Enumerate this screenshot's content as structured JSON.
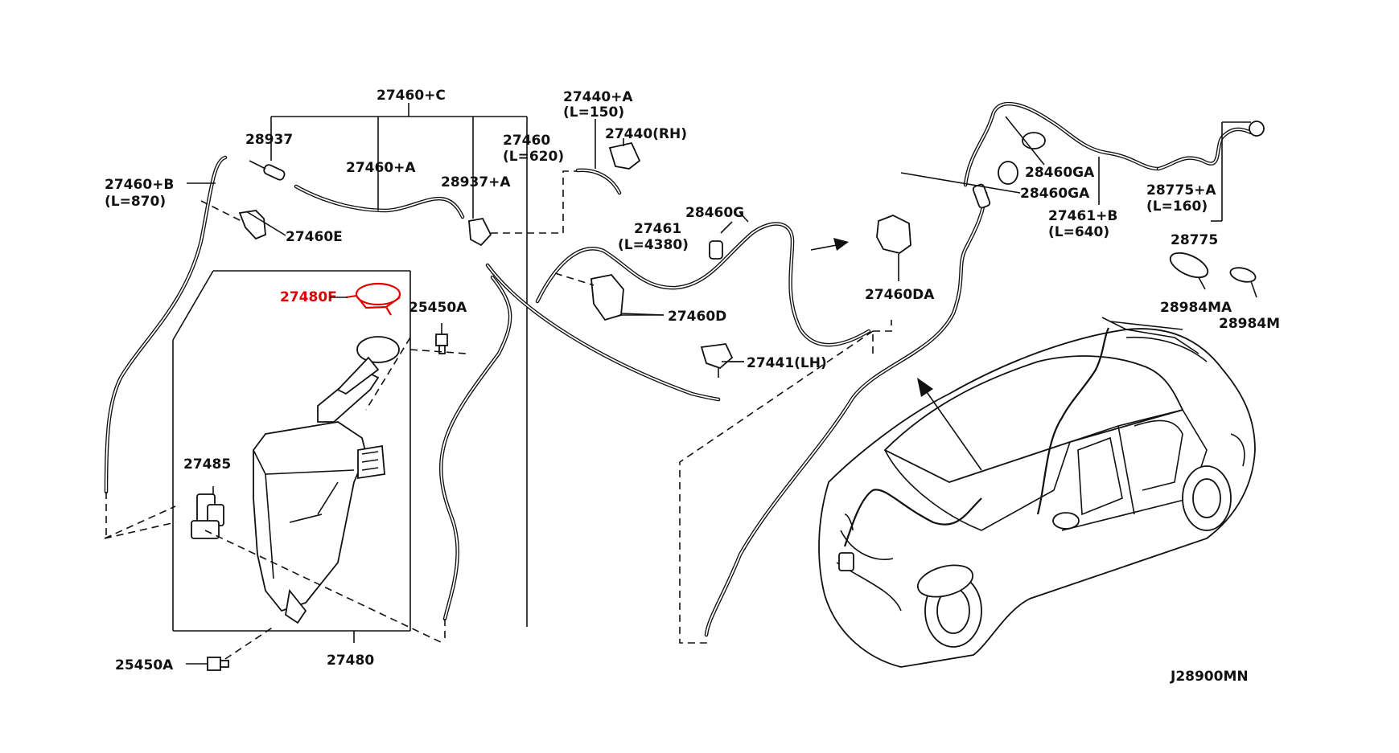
{
  "diagram": {
    "code": "J28900MN",
    "callouts": {
      "p27460C": "27460+C",
      "p28937": "28937",
      "p27460B": "27460+B",
      "p27460B_len": "(L=870)",
      "p27460A": "27460+A",
      "p27460E": "27460E",
      "p28937A": "28937+A",
      "p27460": "27460",
      "p27460_len": "(L=620)",
      "p27440A": "27440+A",
      "p27440A_len": "(L=150)",
      "p27440RH": "27440(RH)",
      "p27461": "27461",
      "p27461_len": "(L=4380)",
      "p28460G": "28460G",
      "p27460D": "27460D",
      "p27441LH": "27441(LH)",
      "p27460DA": "27460DA",
      "p27480F": "27480F",
      "p25450A_top": "25450A",
      "p27485": "27485",
      "p27480": "27480",
      "p25450A_bottom": "25450A",
      "p28460GA_1": "28460GA",
      "p28460GA_2": "28460GA",
      "p27461B": "27461+B",
      "p27461B_len": "(L=640)",
      "p28775A": "28775+A",
      "p28775A_len": "(L=160)",
      "p28775": "28775",
      "p28984MA": "28984MA",
      "p28984M": "28984M"
    },
    "highlight_color": "#e00000"
  }
}
